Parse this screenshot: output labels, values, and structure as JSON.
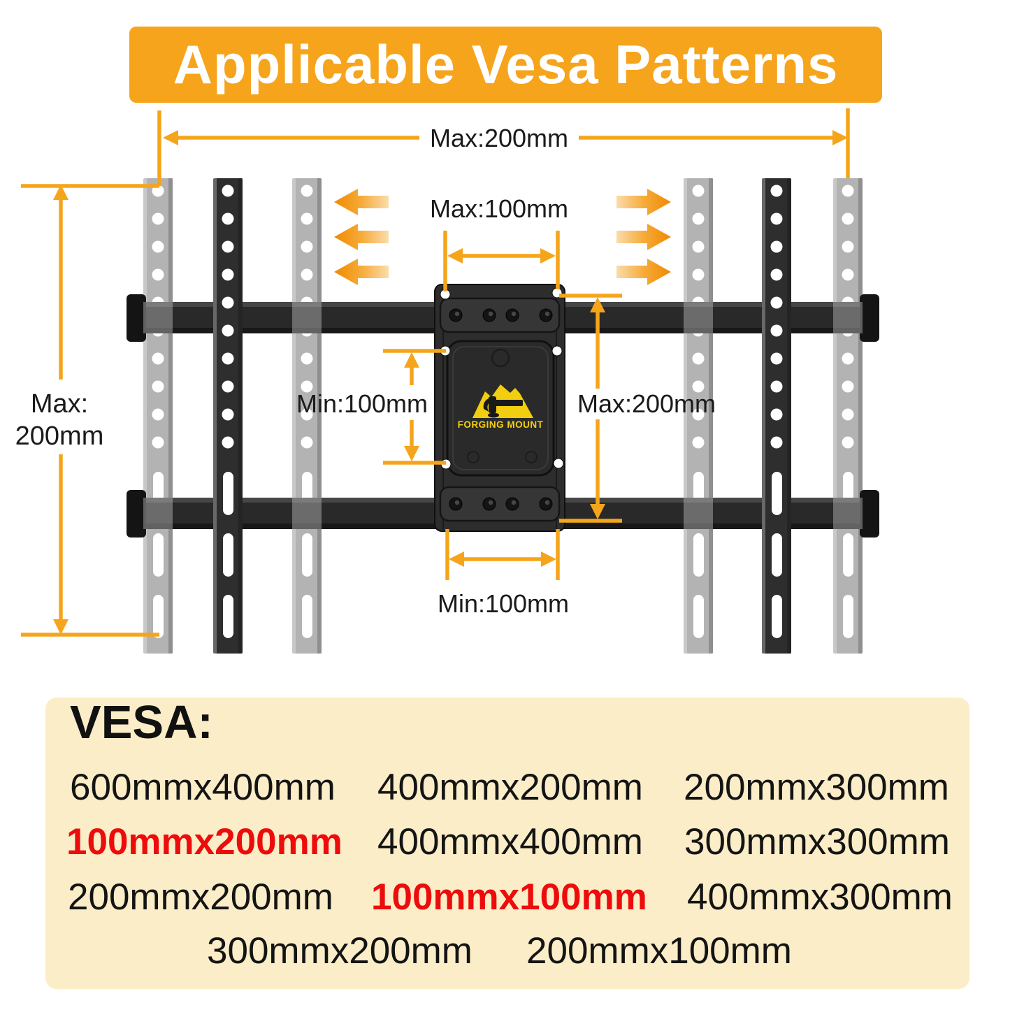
{
  "banner": {
    "title": "Applicable Vesa Patterns"
  },
  "diagram": {
    "dimensions": {
      "outer_width": "Max:200mm",
      "plate_width_max": "Max:100mm",
      "outer_height_line1": "Max:",
      "outer_height_line2": "200mm",
      "plate_height_min": "Min:100mm",
      "plate_height_max": "Max:200mm",
      "plate_width_min": "Min:100mm"
    },
    "logo_text": "FORGING MOUNT"
  },
  "vesa": {
    "heading": "VESA:",
    "items": [
      {
        "text": "600mmx400mm",
        "highlight": false
      },
      {
        "text": "400mmx200mm",
        "highlight": false
      },
      {
        "text": "200mmx300mm",
        "highlight": false
      },
      {
        "text": "100mmx200mm",
        "highlight": true
      },
      {
        "text": "400mmx400mm",
        "highlight": false
      },
      {
        "text": "300mmx300mm",
        "highlight": false
      },
      {
        "text": "200mmx200mm",
        "highlight": false
      },
      {
        "text": "100mmx100mm",
        "highlight": true
      },
      {
        "text": "400mmx300mm",
        "highlight": false
      },
      {
        "text": "300mmx200mm",
        "highlight": false
      },
      {
        "text": "200mmx100mm",
        "highlight": false
      }
    ]
  },
  "colors": {
    "banner_orange": "#F6A41B",
    "dimension_orange": "#F5A51B",
    "highlight_red": "#ED0C0C",
    "panel_cream": "#FAEDC7",
    "rail_gray": "#B3B3B3",
    "metal_black": "#2A2A2A",
    "logo_yellow": "#F2CE11"
  }
}
